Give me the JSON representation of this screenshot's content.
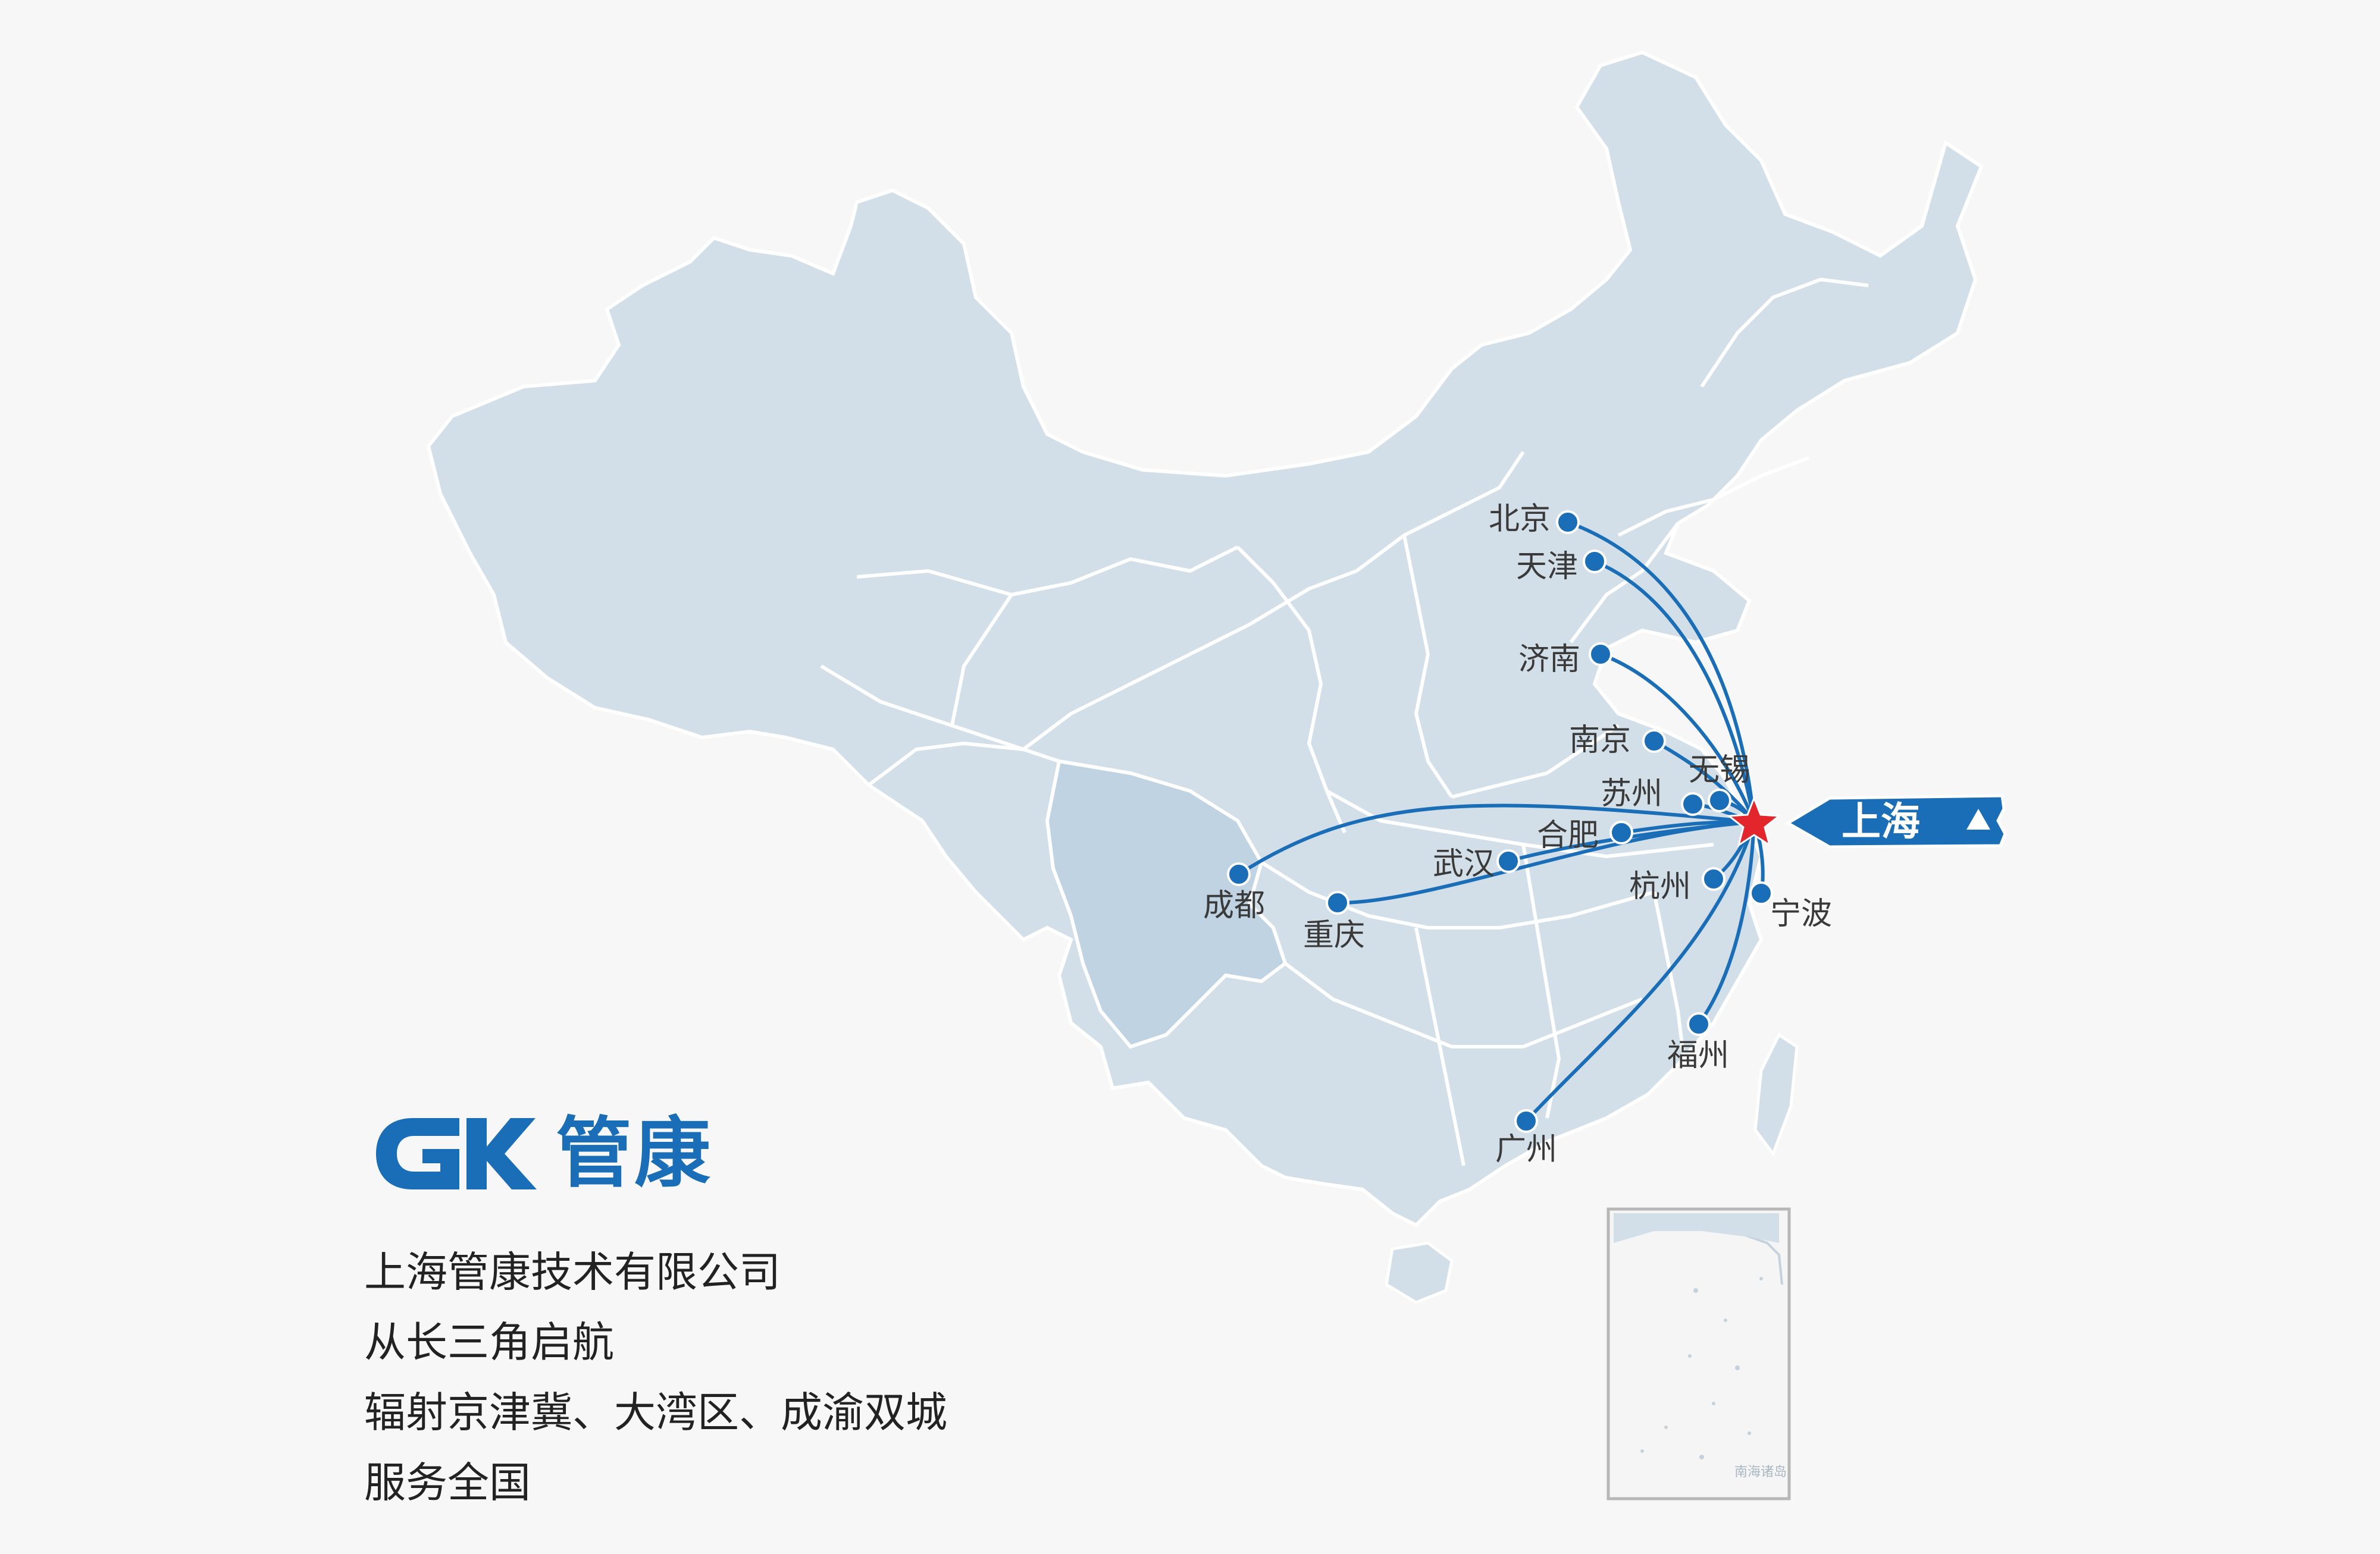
{
  "colors": {
    "background": "#f7f7f7",
    "land": "#d3dfe8",
    "land_highlight": "#c0d3e2",
    "border": "#ffffff",
    "route": "#1a6db7",
    "city_dot": "#1a6db7",
    "star": "#e2262b",
    "brand": "#1a6db7"
  },
  "hub": {
    "name": "上海",
    "icon": "star-icon"
  },
  "cities": [
    {
      "id": "beijing",
      "name": "北京"
    },
    {
      "id": "tianjin",
      "name": "天津"
    },
    {
      "id": "jinan",
      "name": "济南"
    },
    {
      "id": "nanjing",
      "name": "南京"
    },
    {
      "id": "wuxi",
      "name": "无锡"
    },
    {
      "id": "suzhou",
      "name": "苏州"
    },
    {
      "id": "hefei",
      "name": "合肥"
    },
    {
      "id": "wuhan",
      "name": "武汉"
    },
    {
      "id": "chengdu",
      "name": "成都"
    },
    {
      "id": "chongqing",
      "name": "重庆"
    },
    {
      "id": "hangzhou",
      "name": "杭州"
    },
    {
      "id": "ningbo",
      "name": "宁波"
    },
    {
      "id": "fuzhou",
      "name": "福州"
    },
    {
      "id": "guangzhou",
      "name": "广州"
    }
  ],
  "inset": {
    "label": "南海诸岛"
  },
  "logo": {
    "mark": "GK",
    "name": "管康"
  },
  "tagline": [
    "上海管康技术有限公司",
    "从长三角启航",
    "辐射京津冀、大湾区、成渝双城",
    "服务全国"
  ]
}
